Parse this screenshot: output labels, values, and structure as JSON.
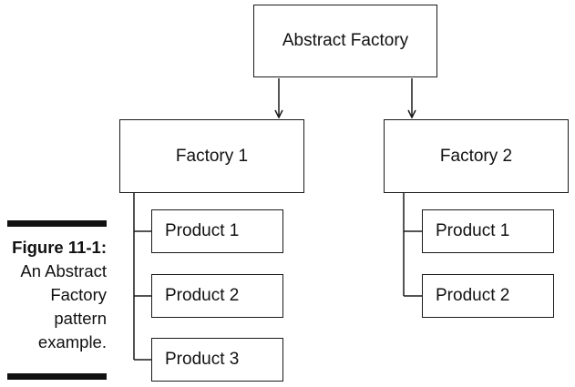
{
  "diagram": {
    "root": {
      "label": "Abstract Factory"
    },
    "factories": [
      {
        "label": "Factory 1",
        "products": [
          "Product 1",
          "Product 2",
          "Product 3"
        ]
      },
      {
        "label": "Factory 2",
        "products": [
          "Product 1",
          "Product 2"
        ]
      }
    ]
  },
  "caption": {
    "figure_label": "Figure 11-1:",
    "lines": [
      "An Abstract",
      "Factory",
      "pattern",
      "example."
    ]
  }
}
